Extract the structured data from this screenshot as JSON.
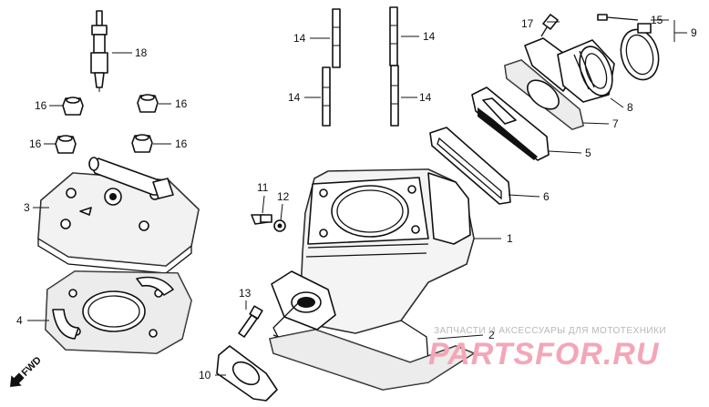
{
  "callouts": {
    "c1": "1",
    "c2": "2",
    "c3": "3",
    "c4": "4",
    "c5": "5",
    "c6": "6",
    "c7": "7",
    "c8": "8",
    "c9": "9",
    "c10": "10",
    "c11": "11",
    "c12": "12",
    "c13": "13",
    "c14a": "14",
    "c14b": "14",
    "c14c": "14",
    "c14d": "14",
    "c15": "15",
    "c16a": "16",
    "c16b": "16",
    "c16c": "16",
    "c16d": "16",
    "c17": "17",
    "c18": "18"
  },
  "direction_marker": "FWD",
  "watermark": {
    "tagline": "ЗАПЧАСТИ И АКСЕССУАРЫ ДЛЯ МОТОТЕХНИКИ",
    "brand": "PARTSFOR.RU"
  },
  "colors": {
    "ink": "#111111",
    "watermark_brand": "#f4a6b8",
    "watermark_tagline": "#b8b8b8"
  }
}
